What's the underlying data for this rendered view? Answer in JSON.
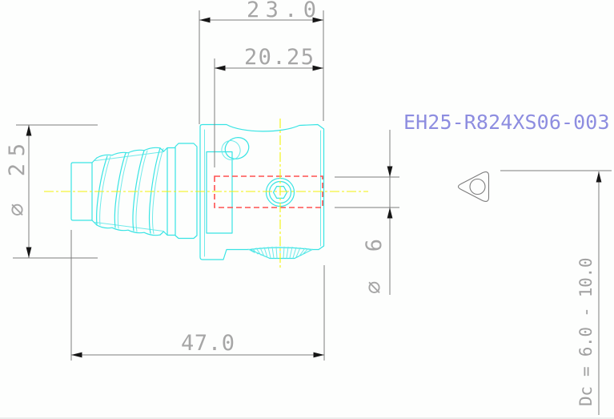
{
  "part_number": {
    "text": "EH25-R824XS06-003",
    "color": "#8d8de0"
  },
  "dimensions": {
    "body_width": {
      "label": "23.0"
    },
    "pocket_offset": {
      "label": "20.25"
    },
    "shank_diameter": {
      "label": "⌀ 25"
    },
    "overall_length": {
      "label": "47.0"
    },
    "bore_diameter": {
      "label": "⌀ 6"
    },
    "cutting_diameter_range": {
      "label": "Dc = 6.0 - 10.0"
    }
  },
  "colors": {
    "tool_outline": "#38e4e4",
    "centerline": "#f2f209",
    "pocket_highlight": "#ff5050",
    "dimension_lines": "#7d7d7d",
    "dimension_text": "#a6a6a6",
    "arrowheads": "#161616",
    "part_number_text": "#8d8de0"
  }
}
